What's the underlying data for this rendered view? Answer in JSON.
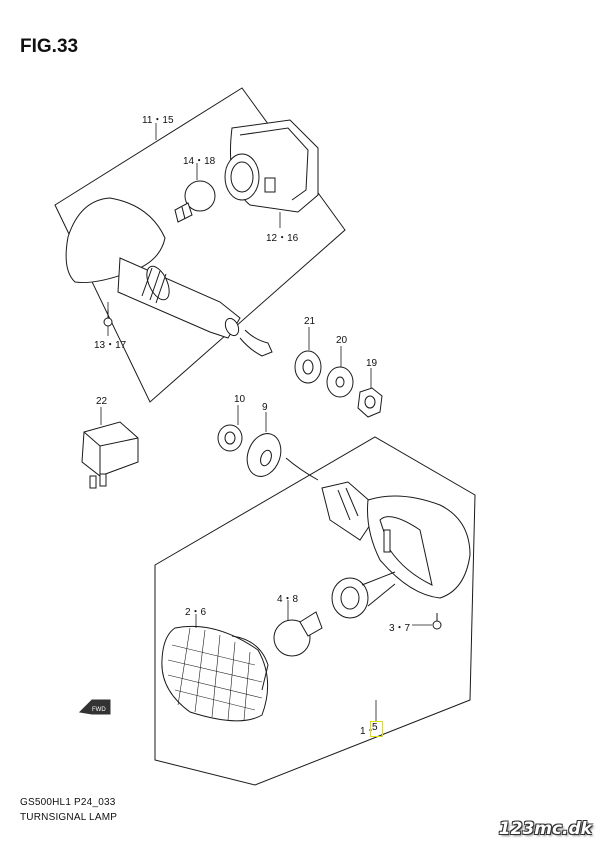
{
  "figure": {
    "title": "FIG.33",
    "caption_code": "GS500HL1 P24_033",
    "caption_name": "TURNSIGNAL LAMP",
    "watermark": "123mc.dk"
  },
  "callouts": {
    "c_11_15": "11・15",
    "c_14_18": "14・18",
    "c_12_16": "12・16",
    "c_13_17": "13・17",
    "c_21": "21",
    "c_20": "20",
    "c_19": "19",
    "c_22": "22",
    "c_10": "10",
    "c_9": "9",
    "c_2_6": "2・6",
    "c_4_8": "4・8",
    "c_3_7": "3・7",
    "c_1_5_prefix": "1・",
    "c_1_5_num": "5"
  },
  "colors": {
    "line": "#1a1a1a",
    "highlight": "#e0e000",
    "background": "#ffffff"
  },
  "icons": {
    "direction_badge": "FWD"
  }
}
